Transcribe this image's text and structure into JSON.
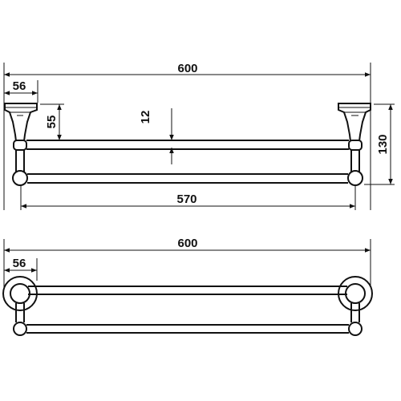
{
  "dimensions": {
    "top_overall_width": "600",
    "top_bracket_width": "56",
    "top_bracket_drop": "55",
    "top_tube_diameter": "12",
    "top_overall_height": "130",
    "top_center_distance": "570",
    "plan_overall_width": "600",
    "plan_bracket_width": "56"
  },
  "colors": {
    "line": "#111111",
    "background": "#ffffff"
  }
}
